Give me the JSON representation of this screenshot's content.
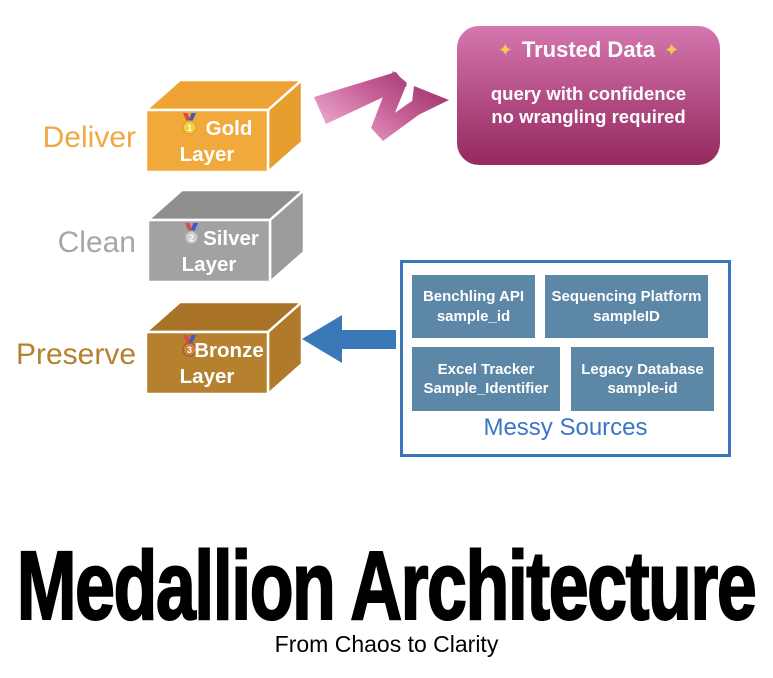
{
  "diagram": {
    "stages": [
      {
        "action": "Deliver",
        "layer_line1": "Gold",
        "layer_line2": "Layer",
        "medal_rank": "1",
        "medal_icon": "gold-medal",
        "box_color": "#F1A93C",
        "label_color": "#F0A843"
      },
      {
        "action": "Clean",
        "layer_line1": "Silver",
        "layer_line2": "Layer",
        "medal_rank": "2",
        "medal_icon": "silver-medal",
        "box_color": "#A2A2A2",
        "label_color": "#A6A6A6"
      },
      {
        "action": "Preserve",
        "layer_line1": "Bronze",
        "layer_line2": "Layer",
        "medal_rank": "3",
        "medal_icon": "bronze-medal",
        "box_color": "#B6812F",
        "label_color": "#B5812F"
      }
    ],
    "trusted_card": {
      "sparkle": "✦",
      "title": "Trusted Data",
      "line1": "query with confidence",
      "line2": "no wrangling required",
      "gradient_top": "#D677AF",
      "gradient_bottom": "#952A5F"
    },
    "messy_panel": {
      "title": "Messy Sources",
      "accent_color": "#3A76C4",
      "border_color": "#3B76B8",
      "box_fill": "#5C87A6",
      "sources": [
        {
          "name": "Benchling API",
          "field": "sample_id"
        },
        {
          "name": "Sequencing Platform",
          "field": "sampleID"
        },
        {
          "name": "Excel Tracker",
          "field": "Sample_Identifier"
        },
        {
          "name": "Legacy Database",
          "field": "sample-id"
        }
      ]
    },
    "arrows": {
      "pink_zigzag": {
        "from": "Gold Layer",
        "to": "Trusted Data",
        "color_light": "#EFB3D4",
        "color_dark": "#9B2E65"
      },
      "blue_block": {
        "from": "Messy Sources",
        "to": "Bronze Layer",
        "color": "#3B78B8"
      }
    }
  },
  "footer": {
    "title": "Medallion Architecture",
    "subtitle": "From Chaos to Clarity"
  }
}
